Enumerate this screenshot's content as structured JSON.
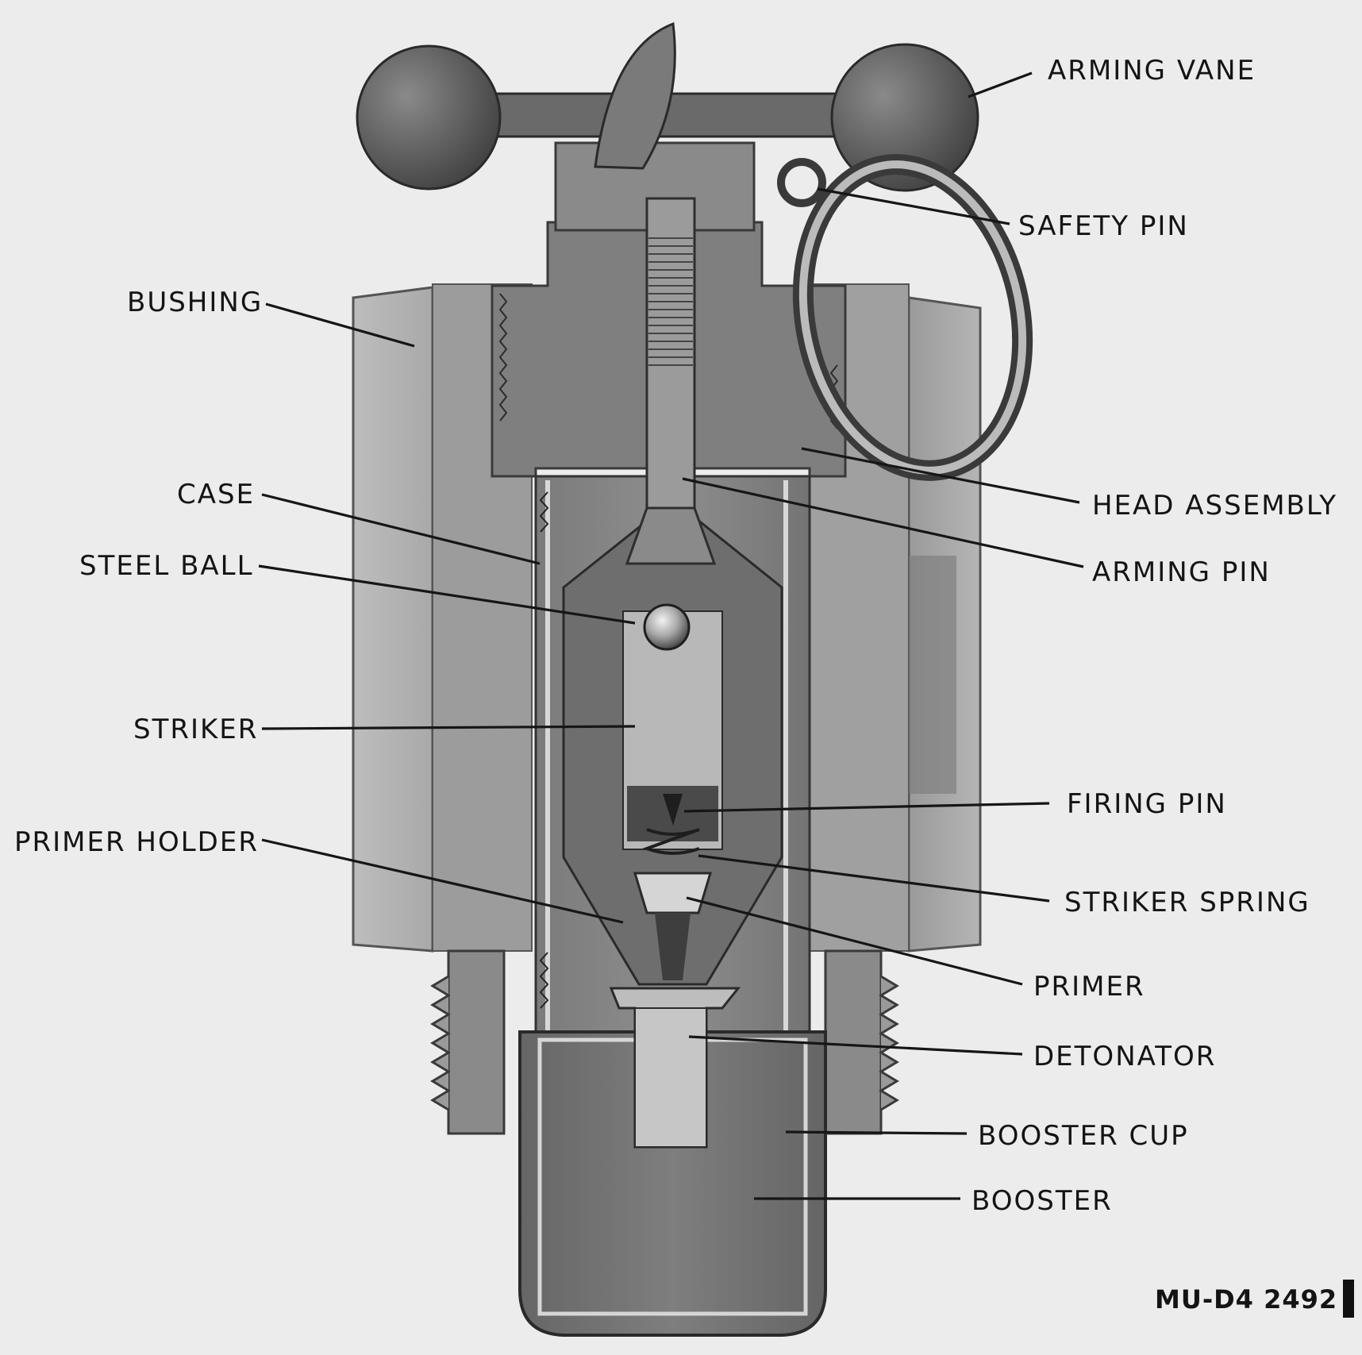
{
  "diagram": {
    "labels": {
      "arming_vane": "ARMING VANE",
      "safety_pin": "SAFETY PIN",
      "bushing": "BUSHING",
      "head_assembly": "HEAD ASSEMBLY",
      "case": "CASE",
      "arming_pin": "ARMING PIN",
      "steel_ball": "STEEL BALL",
      "striker": "STRIKER",
      "firing_pin": "FIRING PIN",
      "primer_holder": "PRIMER HOLDER",
      "striker_spring": "STRIKER SPRING",
      "primer": "PRIMER",
      "detonator": "DETONATOR",
      "booster_cup": "BOOSTER CUP",
      "booster": "BOOSTER"
    },
    "reference": "MU-D4 2492"
  },
  "colors": {
    "background": "#ececec",
    "body_dark": "#6a6a6a",
    "body_mid": "#8c8c8c",
    "body_light": "#c9c9c9",
    "text": "#141414"
  }
}
